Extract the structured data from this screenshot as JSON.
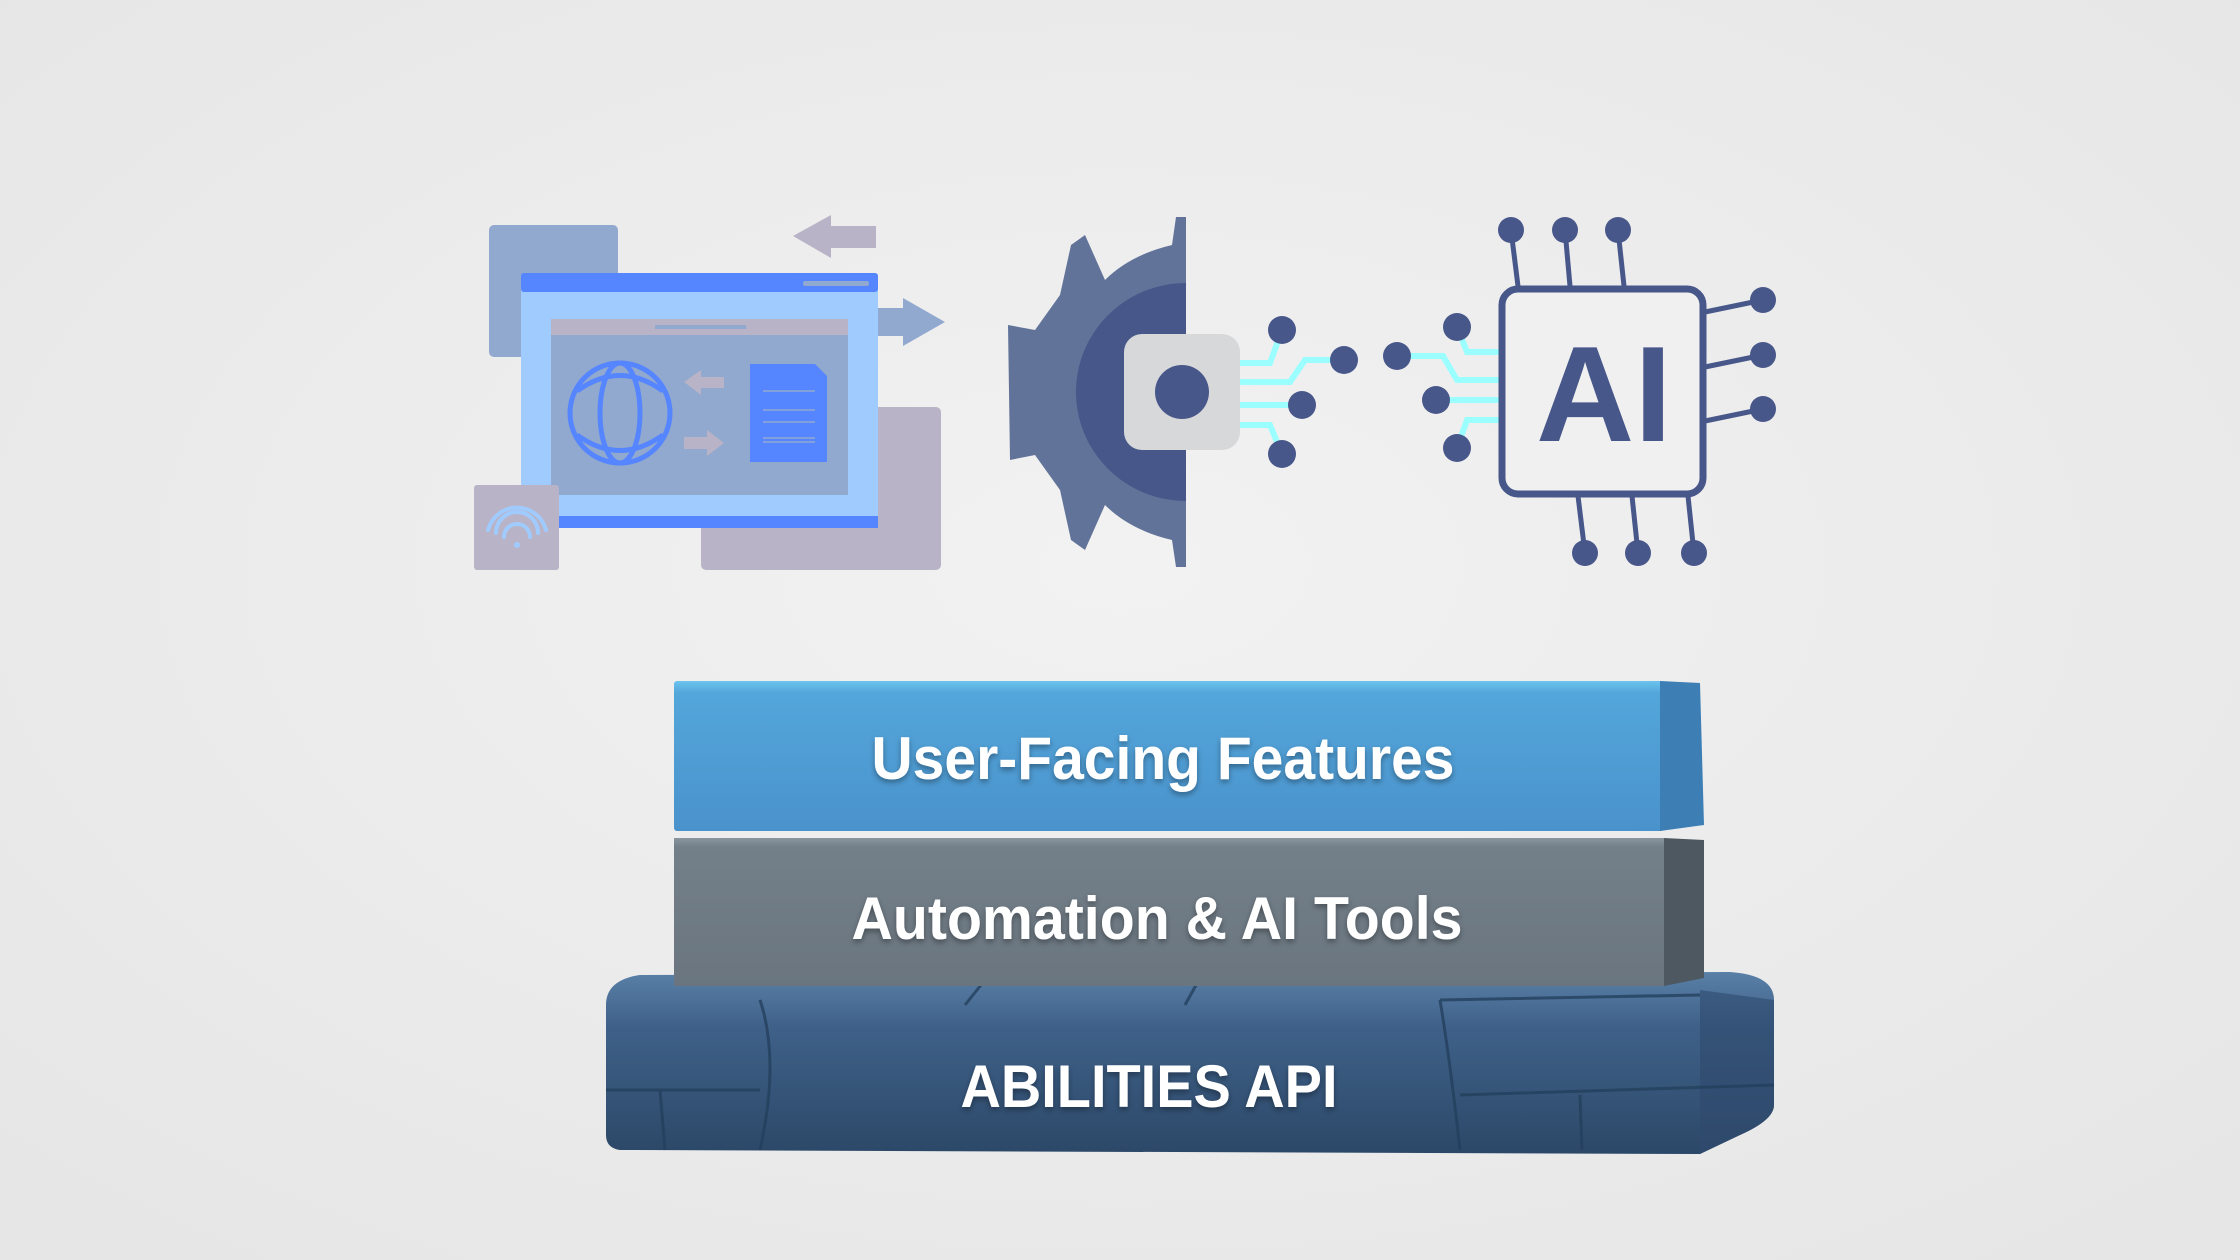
{
  "illustration": {
    "chip_label": "AI",
    "colors": {
      "gear_outer": "#62739a",
      "navy": "#48578a",
      "cyan": "#9cffff",
      "browser_blue": "#5586ff",
      "light_blue": "#a0cbff",
      "slate_blue": "#91a8cf",
      "mauve": "#b8b3c6"
    }
  },
  "stack": {
    "layers": [
      {
        "label": "User-Facing Features",
        "color": "#4f9fd3"
      },
      {
        "label": "Automation & AI Tools",
        "color": "#6e7a84"
      },
      {
        "label": "ABILITIES API",
        "color": "#3d5f86"
      }
    ]
  }
}
